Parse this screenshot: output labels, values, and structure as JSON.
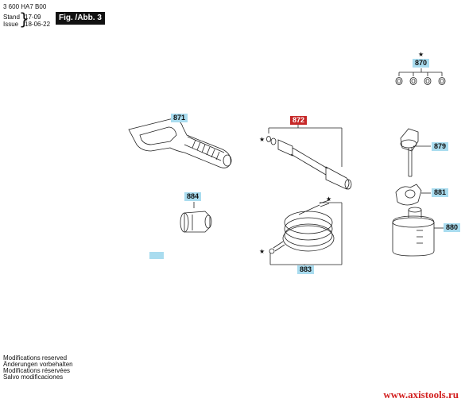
{
  "header": {
    "doc_number": "3 600 HA7 B00",
    "stand_label": "Stand",
    "stand_date": "17-09",
    "issue_label": "Issue",
    "issue_date": "18-06-22",
    "brace": "}",
    "fig_title": "Fig. /Abb. 3"
  },
  "parts": [
    {
      "id": "870",
      "label": "870",
      "starred": true
    },
    {
      "id": "871",
      "label": "871",
      "starred": false
    },
    {
      "id": "872",
      "label": "872",
      "starred": true,
      "highlight_color": "#c62828"
    },
    {
      "id": "879",
      "label": "879",
      "starred": false
    },
    {
      "id": "881",
      "label": "881",
      "starred": false
    },
    {
      "id": "884",
      "label": "884",
      "starred": false
    },
    {
      "id": "880",
      "label": "880",
      "starred": false
    },
    {
      "id": "883",
      "label": "883",
      "starred": true
    }
  ],
  "star_symbol": "★",
  "footer": {
    "lines": [
      "Modifications reserved",
      "Änderungen vorbehalten",
      "Modifications réservées",
      "Salvo modificaciones"
    ]
  },
  "website": "www.axistools.ru",
  "colors": {
    "label_bg": "#a9dcef",
    "highlight": "#c62828",
    "website": "#d21f1f"
  }
}
